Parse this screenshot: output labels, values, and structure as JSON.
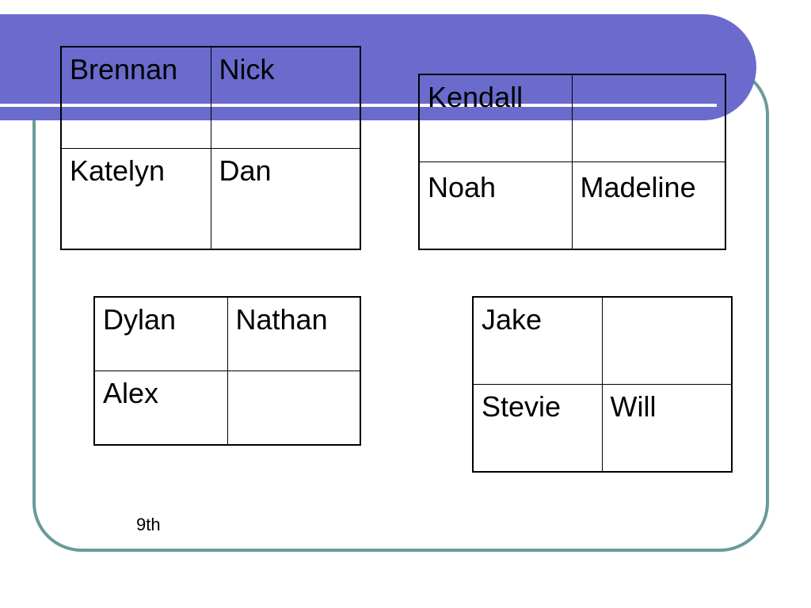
{
  "slide": {
    "colors": {
      "banner": "#6a6bcd",
      "frame": "#6a9a9a",
      "table_border": "#000000"
    },
    "tables": [
      {
        "rows": [
          [
            "Brennan",
            "Nick"
          ],
          [
            "Katelyn",
            "Dan"
          ]
        ]
      },
      {
        "rows": [
          [
            "Kendall",
            ""
          ],
          [
            "Noah",
            "Madeline"
          ]
        ]
      },
      {
        "rows": [
          [
            "Dylan",
            "Nathan"
          ],
          [
            "Alex",
            ""
          ]
        ]
      },
      {
        "rows": [
          [
            "Jake",
            ""
          ],
          [
            "Stevie",
            "Will"
          ]
        ]
      }
    ],
    "footer": "9th"
  }
}
